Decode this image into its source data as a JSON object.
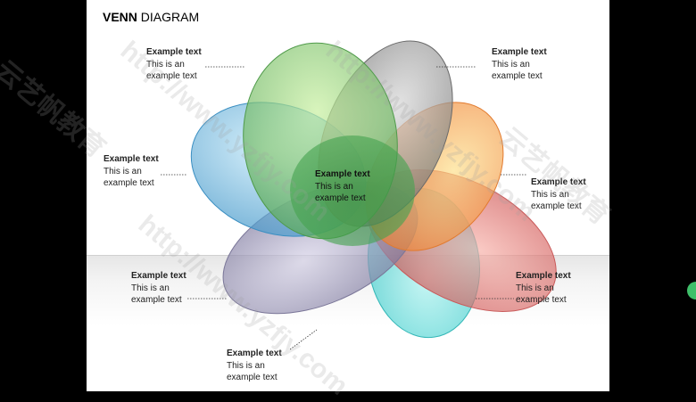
{
  "title": {
    "bold": "VENN",
    "rest": " DIAGRAM"
  },
  "center": {
    "heading": "Example text",
    "line1": "This is an",
    "line2": "example text"
  },
  "labels": [
    {
      "heading": "Example text",
      "line1": "This is an",
      "line2": "example text"
    },
    {
      "heading": "Example text",
      "line1": "This is an",
      "line2": "example text"
    },
    {
      "heading": "Example text",
      "line1": "This is an",
      "line2": "example text"
    },
    {
      "heading": "Example text",
      "line1": "This is an",
      "line2": "example text"
    },
    {
      "heading": "Example text",
      "line1": "This is an",
      "line2": "example text"
    },
    {
      "heading": "Example text",
      "line1": "This is an",
      "line2": "example text"
    },
    {
      "heading": "Example text",
      "line1": "This is an",
      "line2": "example text"
    }
  ],
  "watermark": {
    "url": "http://www.yzfjy.com",
    "brand": "云艺帆教育"
  },
  "colors": {
    "green": "#7fcf6a",
    "gray": "#8f8f8f",
    "blue": "#5fb0e0",
    "orange": "#f3a44a",
    "red": "#e06a6a",
    "cyan": "#55d8d8",
    "purple": "#8e8ab0",
    "center": "#3f9a4a"
  }
}
